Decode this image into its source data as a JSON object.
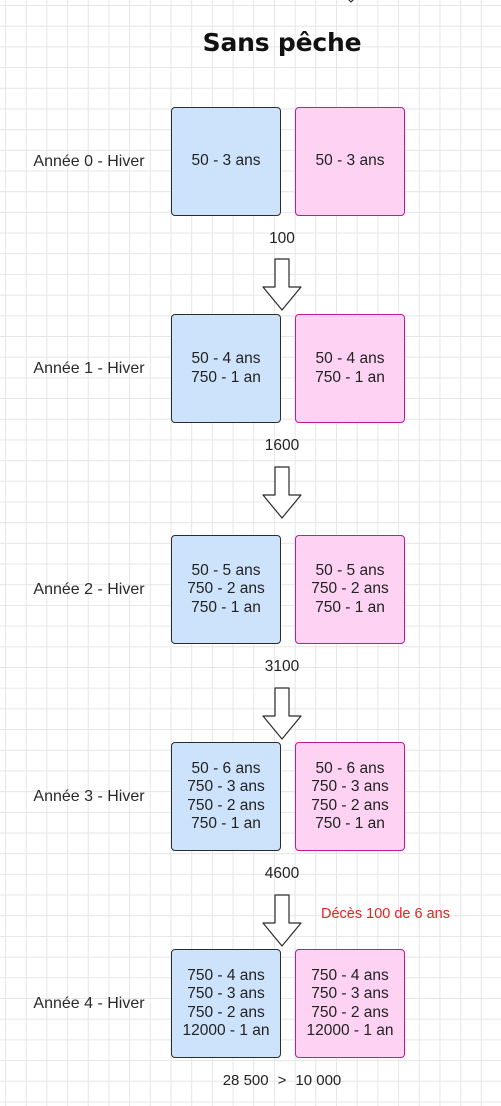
{
  "title": "Sans pêche",
  "years": [
    {
      "label": "Année 0 - Hiver",
      "blue_lines": [
        "50 - 3 ans"
      ],
      "pink_lines": [
        "50 - 3 ans"
      ],
      "total": "100"
    },
    {
      "label": "Année 1 - Hiver",
      "blue_lines": [
        "50 - 4 ans",
        "750 - 1 an"
      ],
      "pink_lines": [
        "50 - 4 ans",
        "750 - 1 an"
      ],
      "total": "1600"
    },
    {
      "label": "Année 2 - Hiver",
      "blue_lines": [
        "50 - 5 ans",
        "750 - 2 ans",
        "750 - 1 an"
      ],
      "pink_lines": [
        "50 - 5 ans",
        "750 - 2 ans",
        "750 - 1 an"
      ],
      "total": "3100"
    },
    {
      "label": "Année 3 - Hiver",
      "blue_lines": [
        "50 - 6 ans",
        "750 - 3 ans",
        "750 - 2 ans",
        "750 - 1 an"
      ],
      "pink_lines": [
        "50 - 6 ans",
        "750 - 3 ans",
        "750 - 2 ans",
        "750 - 1 an"
      ],
      "total": "4600"
    },
    {
      "label": "Année 4 - Hiver",
      "blue_lines": [
        "750 - 4 ans",
        "750 - 3 ans",
        "750 - 2 ans",
        "12000 - 1 an"
      ],
      "pink_lines": [
        "750 - 4 ans",
        "750 - 3 ans",
        "750 - 2 ans",
        "12000 - 1 an"
      ]
    }
  ],
  "annotation": "Décès 100 de 6 ans",
  "final": {
    "left": "28 500",
    "operator": ">",
    "right": "10 000"
  }
}
